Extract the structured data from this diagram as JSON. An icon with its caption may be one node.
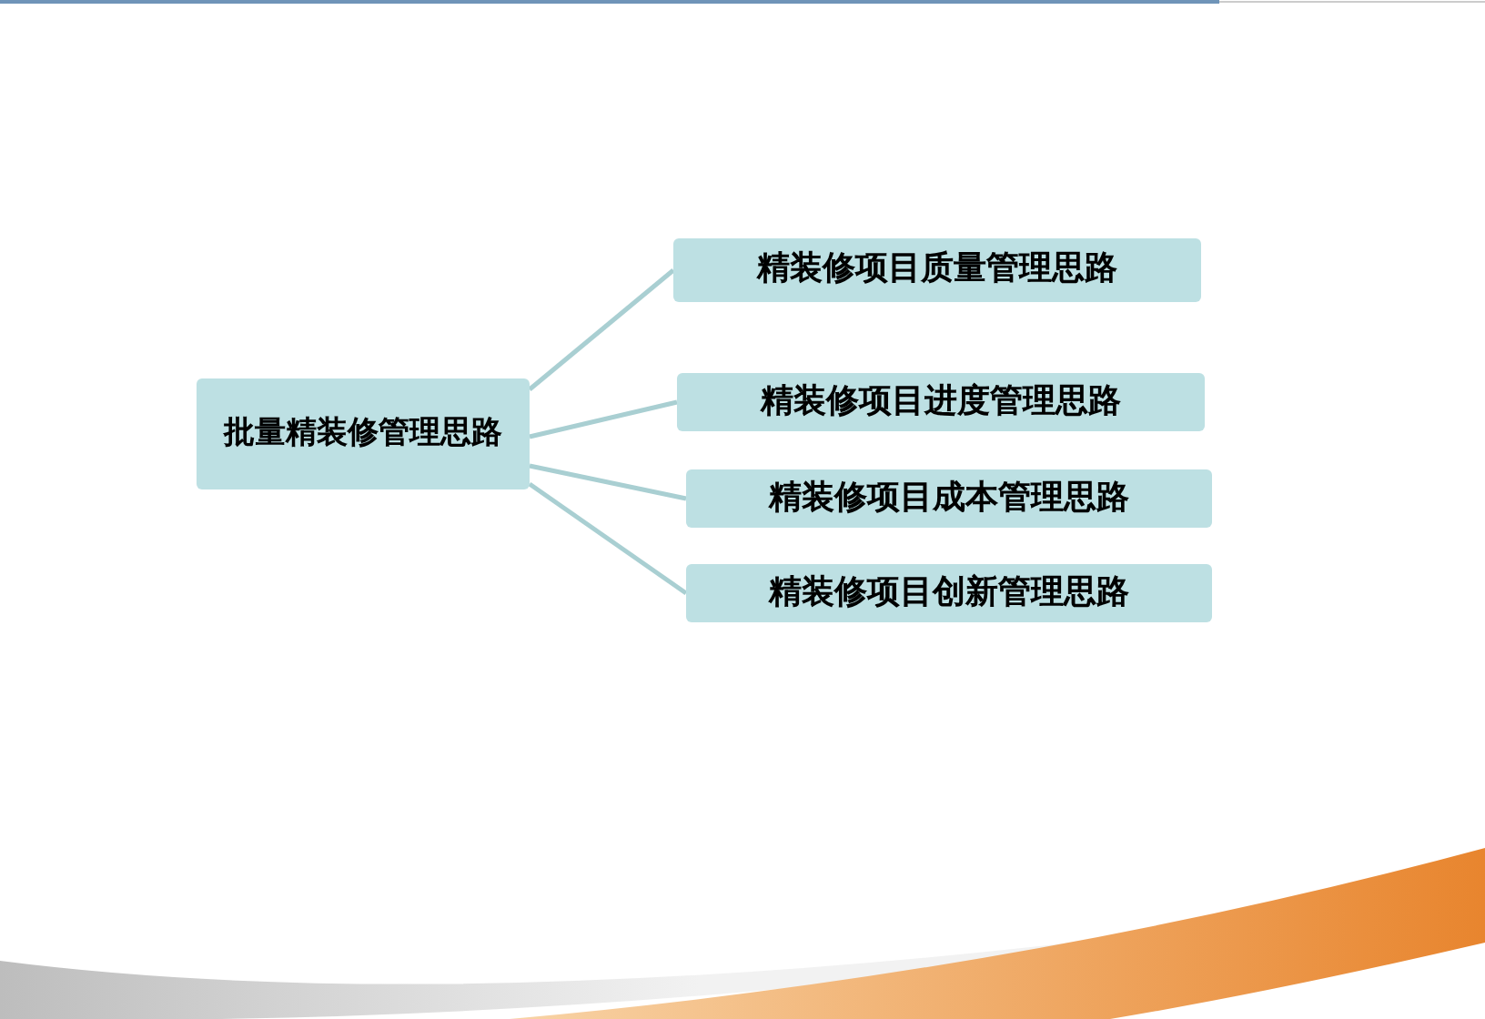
{
  "diagram": {
    "nodes": [
      {
        "text": [
          "批量精装修管理思路"
        ]
      },
      {
        "text": [
          "精装修项目质量管理思路"
        ]
      },
      {
        "text": [
          "精装修项目进度管理思路"
        ]
      },
      {
        "text": [
          "精装修项目成本管理思路"
        ]
      },
      {
        "text": [
          "精装修项目创新管理思路"
        ]
      }
    ],
    "edges": [
      {
        "from": 0,
        "to": 1,
        "arrow": "none"
      },
      {
        "from": 0,
        "to": 2,
        "arrow": "none"
      },
      {
        "from": 0,
        "to": 3,
        "arrow": "none"
      },
      {
        "from": 0,
        "to": 4,
        "arrow": "none"
      }
    ]
  }
}
